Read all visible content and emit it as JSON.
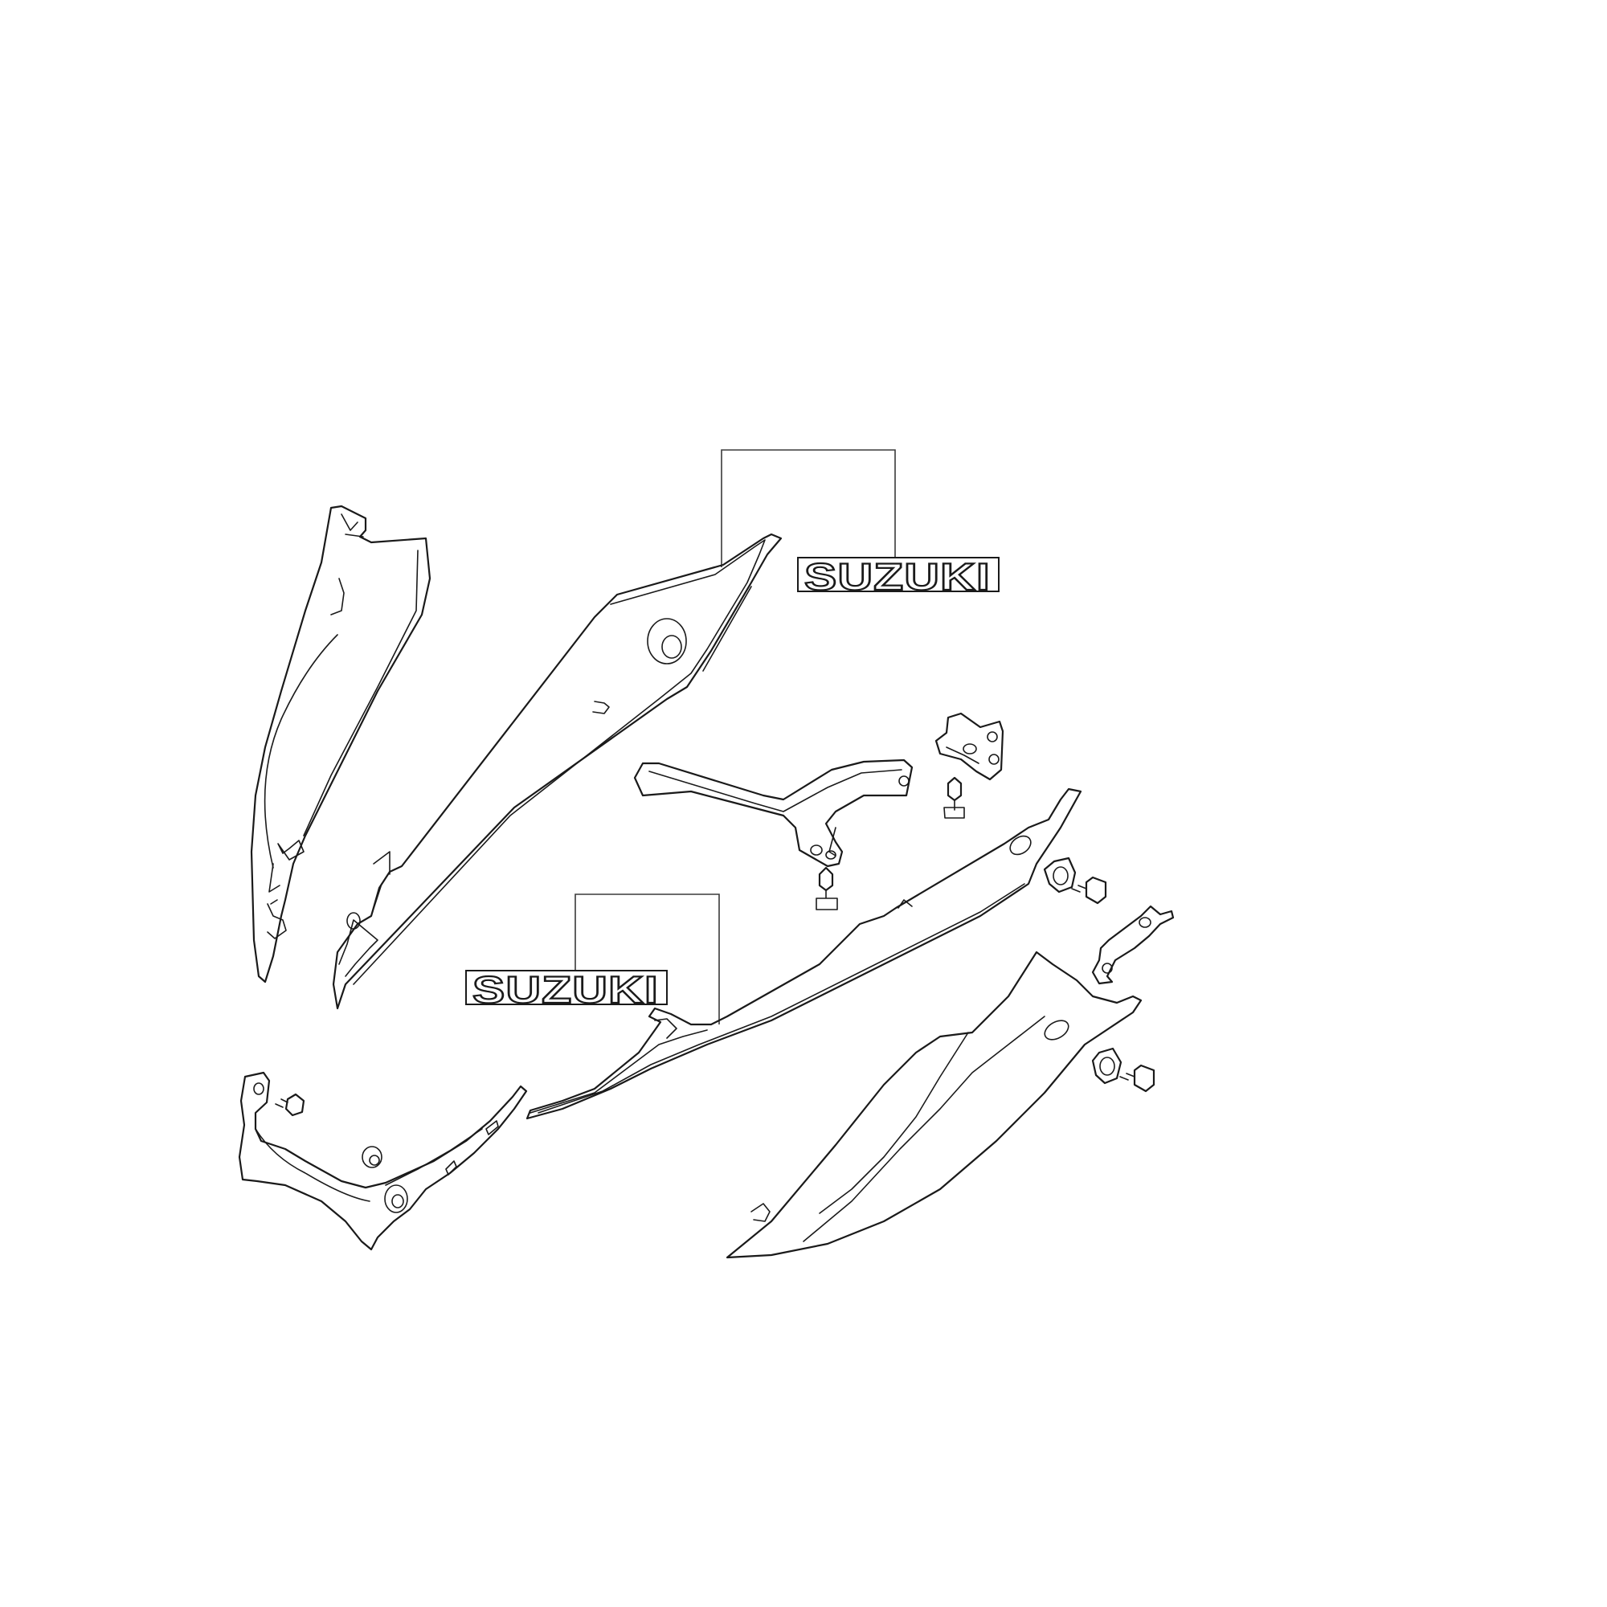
{
  "emblems": [
    {
      "name": "upper-emblem",
      "text": "SUZUKI"
    },
    {
      "name": "lower-emblem",
      "text": "SUZUKI"
    }
  ],
  "colors": {
    "line": "#1a1a1a",
    "background": "#ffffff"
  }
}
